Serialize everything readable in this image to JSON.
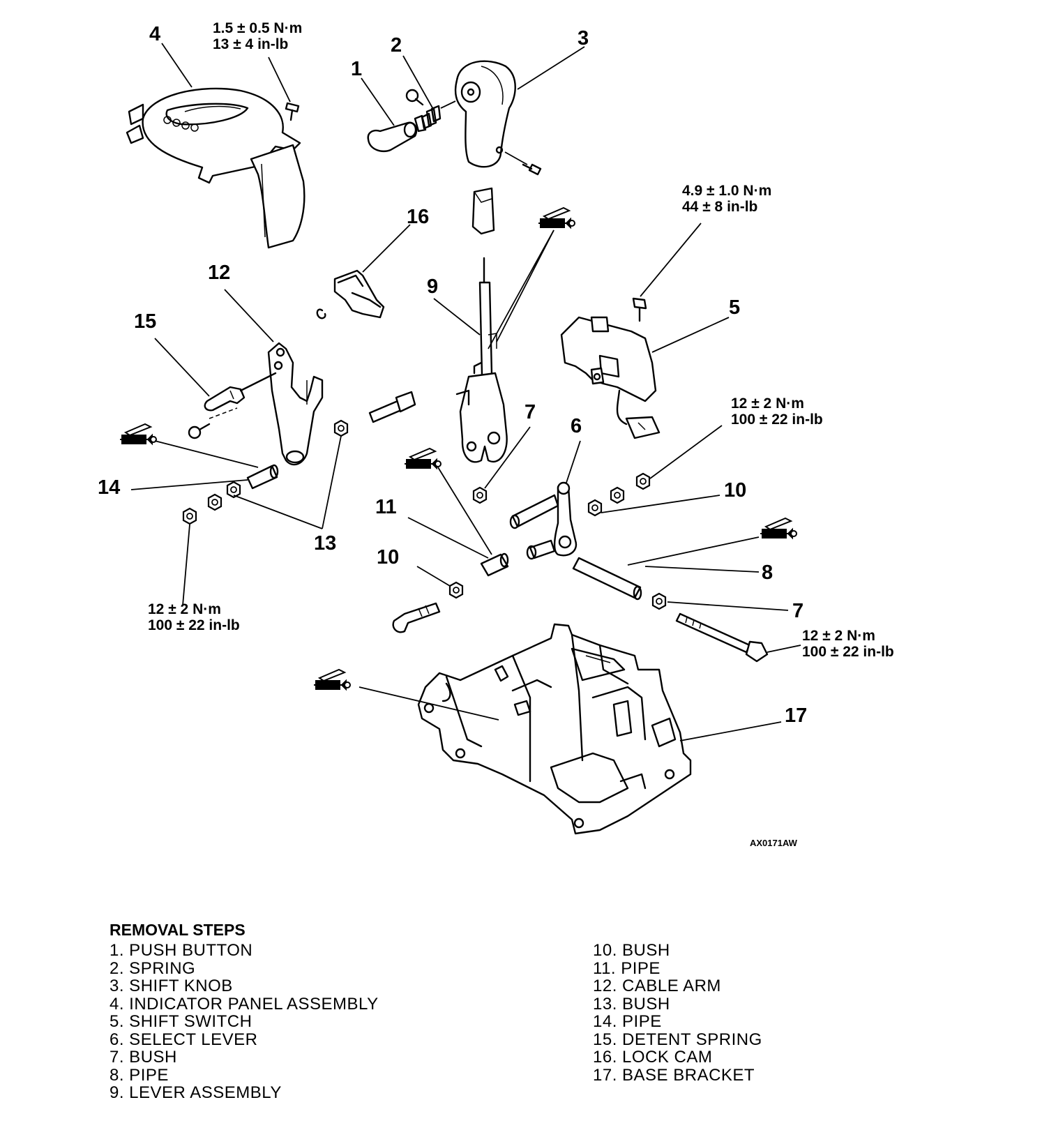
{
  "callouts": {
    "c1": "1",
    "c2": "2",
    "c3": "3",
    "c4": "4",
    "c5": "5",
    "c6": "6",
    "c7a": "7",
    "c7b": "7",
    "c8": "8",
    "c9": "9",
    "c10a": "10",
    "c10b": "10",
    "c11": "11",
    "c12": "12",
    "c13": "13",
    "c14": "14",
    "c15": "15",
    "c16": "16",
    "c17": "17"
  },
  "torque_specs": {
    "indicator_screw": [
      "1.5 ± 0.5 N·m",
      "13 ± 4 in-lb"
    ],
    "shift_switch_bolt": [
      "4.9 ± 1.0 N·m",
      "44 ± 8 in-lb"
    ],
    "right_nut": [
      "12 ± 2 N·m",
      "100 ± 22 in-lb"
    ],
    "left_nut": [
      "12 ± 2 N·m",
      "100 ± 22 in-lb"
    ],
    "long_bolt": [
      "12 ± 2 N·m",
      "100 ± 22 in-lb"
    ]
  },
  "figure_code": "AX0171AW",
  "legend": {
    "title": "REMOVAL STEPS",
    "left": [
      "1. PUSH BUTTON",
      "2. SPRING",
      "3. SHIFT KNOB",
      "4. INDICATOR PANEL ASSEMBLY",
      "5. SHIFT SWITCH",
      "6. SELECT LEVER",
      "7. BUSH",
      "8. PIPE",
      "9. LEVER ASSEMBLY"
    ],
    "right": [
      "10. BUSH",
      "11. PIPE",
      "12. CABLE ARM",
      "13. BUSH",
      "14. PIPE",
      "15. DETENT SPRING",
      "16. LOCK CAM",
      "17. BASE BRACKET"
    ]
  }
}
